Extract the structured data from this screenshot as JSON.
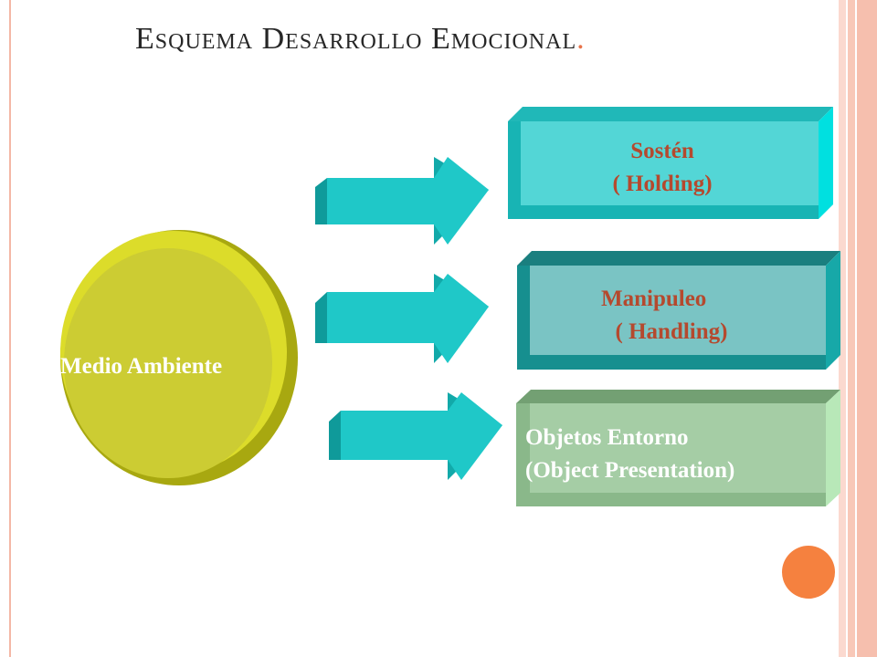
{
  "title": {
    "text": "Esquema Desarrollo Emocional",
    "end_mark": "."
  },
  "source_node": {
    "label": "Medio Ambiente",
    "color": "#cccc22"
  },
  "targets": [
    {
      "line1": "Sostén",
      "line2": "( Holding)",
      "color": "#53d6d6"
    },
    {
      "line1": "Manipuleo",
      "line2": "( Handling)",
      "color": "#7ac4c4"
    },
    {
      "line1": "Objetos Entorno",
      "line2": "(Object Presentation)",
      "color": "#a5cda5"
    }
  ],
  "arrow_color": "#1fc8c8",
  "accent_color": "#f5813f"
}
